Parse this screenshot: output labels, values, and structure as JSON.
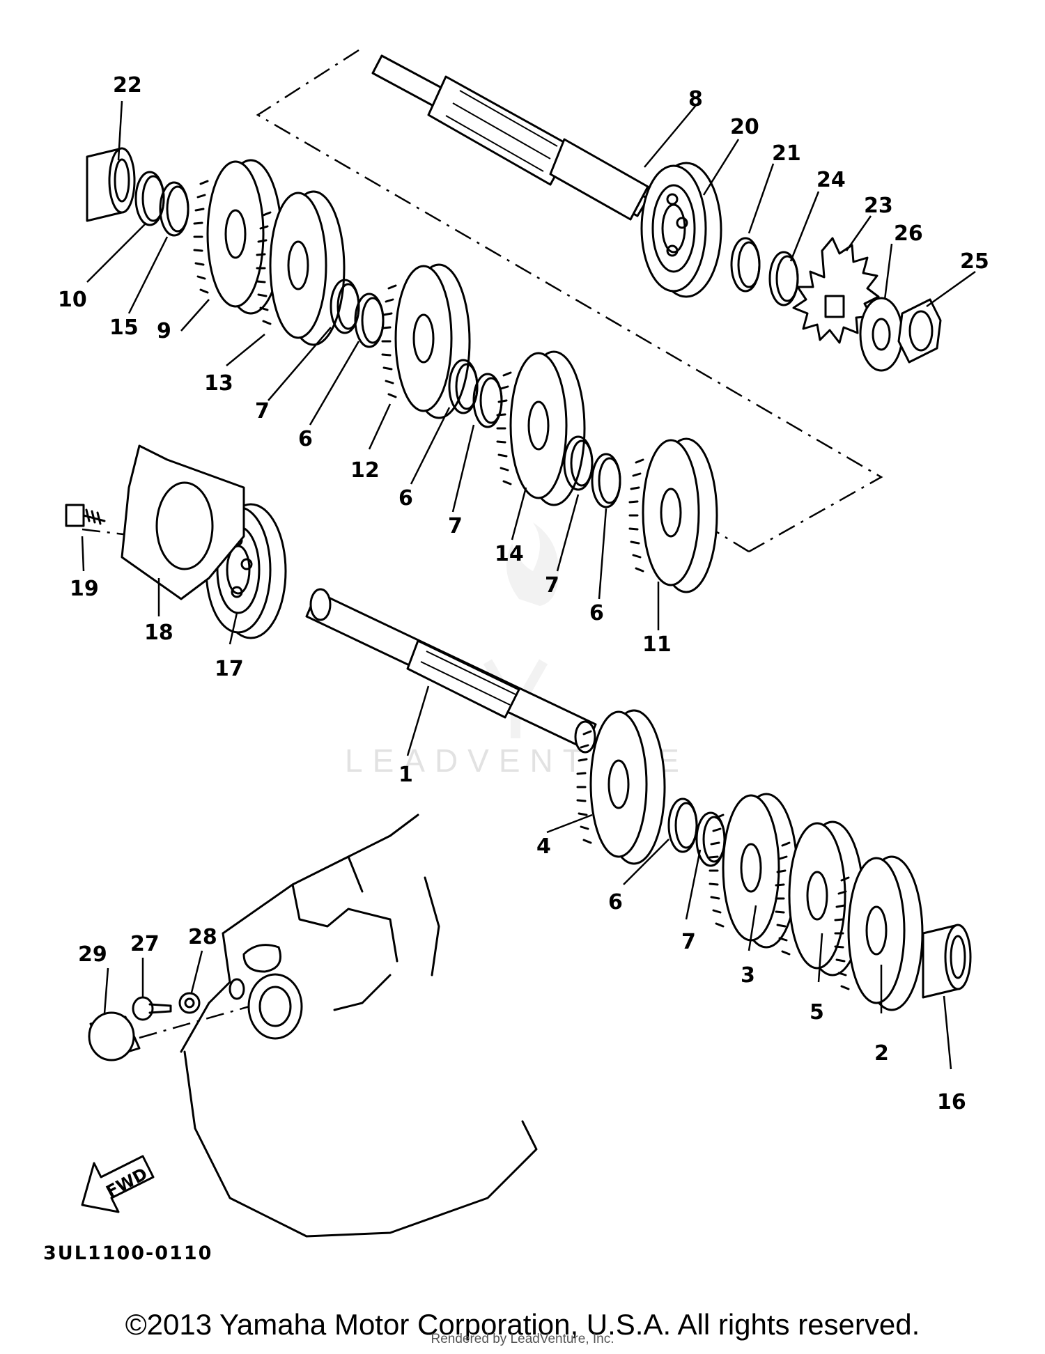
{
  "diagram": {
    "code": "3UL1100-0110",
    "copyright": "©2013 Yamaha Motor Corporation, U.S.A. All rights reserved.",
    "rendered_by": "Rendered by LeadVenture, Inc.",
    "watermark": "LEADVENTURE",
    "fwd_label": "FWD",
    "callouts": [
      {
        "id": "c1",
        "label": "1"
      },
      {
        "id": "c2",
        "label": "2"
      },
      {
        "id": "c3",
        "label": "3"
      },
      {
        "id": "c4",
        "label": "4"
      },
      {
        "id": "c5",
        "label": "5"
      },
      {
        "id": "c6a",
        "label": "6"
      },
      {
        "id": "c6b",
        "label": "6"
      },
      {
        "id": "c6c",
        "label": "6"
      },
      {
        "id": "c6d",
        "label": "6"
      },
      {
        "id": "c7a",
        "label": "7"
      },
      {
        "id": "c7b",
        "label": "7"
      },
      {
        "id": "c7c",
        "label": "7"
      },
      {
        "id": "c7d",
        "label": "7"
      },
      {
        "id": "c8",
        "label": "8"
      },
      {
        "id": "c9",
        "label": "9"
      },
      {
        "id": "c10",
        "label": "10"
      },
      {
        "id": "c11",
        "label": "11"
      },
      {
        "id": "c12",
        "label": "12"
      },
      {
        "id": "c13",
        "label": "13"
      },
      {
        "id": "c14",
        "label": "14"
      },
      {
        "id": "c15",
        "label": "15"
      },
      {
        "id": "c16",
        "label": "16"
      },
      {
        "id": "c17",
        "label": "17"
      },
      {
        "id": "c18",
        "label": "18"
      },
      {
        "id": "c19",
        "label": "19"
      },
      {
        "id": "c20",
        "label": "20"
      },
      {
        "id": "c21",
        "label": "21"
      },
      {
        "id": "c22",
        "label": "22"
      },
      {
        "id": "c23",
        "label": "23"
      },
      {
        "id": "c24",
        "label": "24"
      },
      {
        "id": "c25",
        "label": "25"
      },
      {
        "id": "c26",
        "label": "26"
      },
      {
        "id": "c27",
        "label": "27"
      },
      {
        "id": "c28",
        "label": "28"
      },
      {
        "id": "c29",
        "label": "29"
      }
    ]
  }
}
